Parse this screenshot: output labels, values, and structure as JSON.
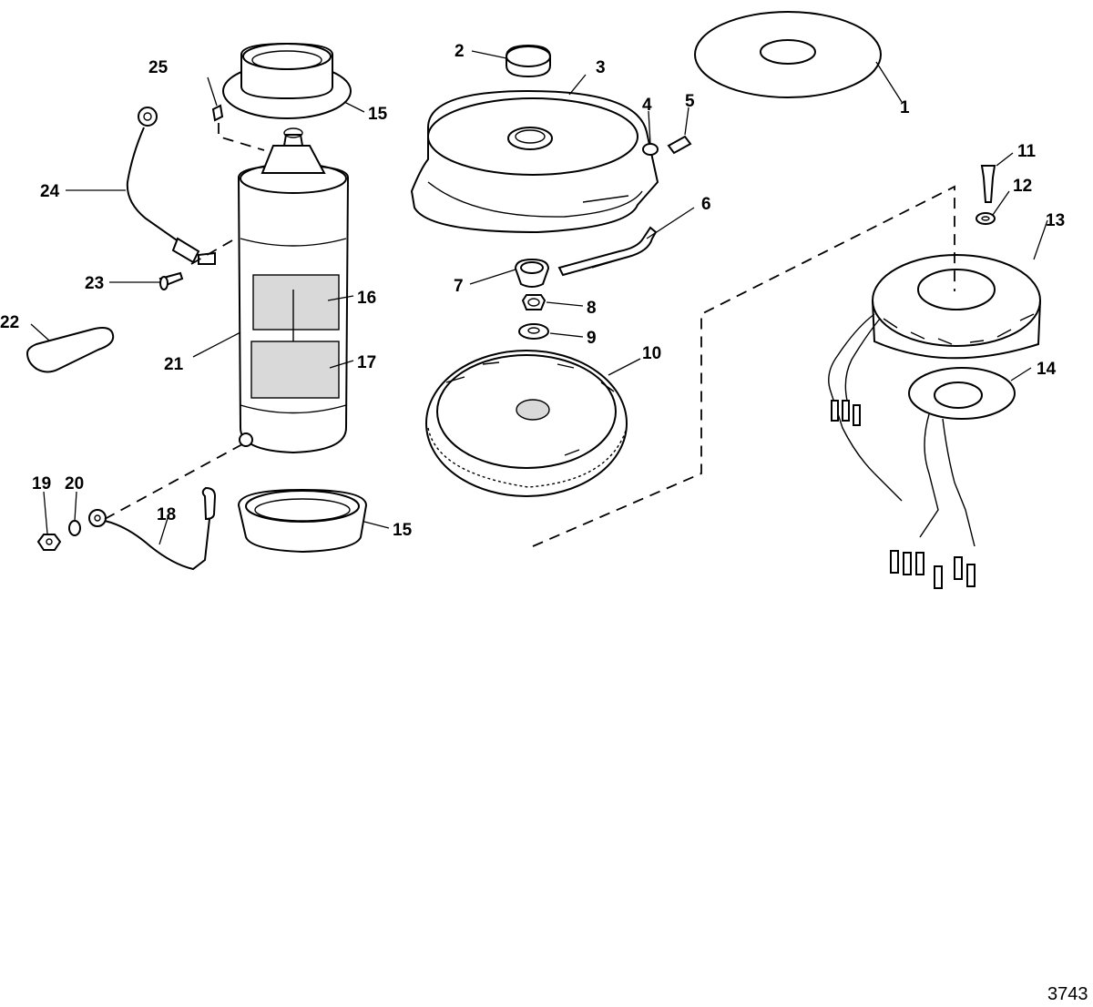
{
  "figure": {
    "id_label": "3743"
  },
  "callouts": [
    {
      "id": "1",
      "text": "1"
    },
    {
      "id": "2",
      "text": "2"
    },
    {
      "id": "3",
      "text": "3"
    },
    {
      "id": "4",
      "text": "4"
    },
    {
      "id": "5",
      "text": "5"
    },
    {
      "id": "6",
      "text": "6"
    },
    {
      "id": "7",
      "text": "7"
    },
    {
      "id": "8",
      "text": "8"
    },
    {
      "id": "9",
      "text": "9"
    },
    {
      "id": "10",
      "text": "10"
    },
    {
      "id": "11",
      "text": "11"
    },
    {
      "id": "12",
      "text": "12"
    },
    {
      "id": "13",
      "text": "13"
    },
    {
      "id": "14",
      "text": "14"
    },
    {
      "id": "15a",
      "text": "15"
    },
    {
      "id": "15b",
      "text": "15"
    },
    {
      "id": "16",
      "text": "16"
    },
    {
      "id": "17",
      "text": "17"
    },
    {
      "id": "18",
      "text": "18"
    },
    {
      "id": "19",
      "text": "19"
    },
    {
      "id": "20",
      "text": "20"
    },
    {
      "id": "21",
      "text": "21"
    },
    {
      "id": "22",
      "text": "22"
    },
    {
      "id": "23",
      "text": "23"
    },
    {
      "id": "24",
      "text": "24"
    },
    {
      "id": "25",
      "text": "25"
    }
  ]
}
